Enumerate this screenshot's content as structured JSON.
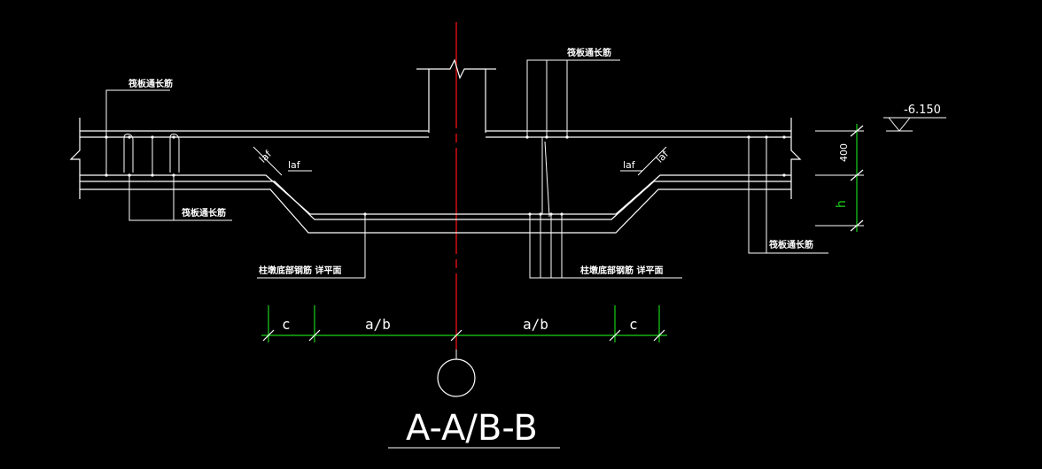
{
  "labels": {
    "raft_long_bar_top_left": "筏板通长筋",
    "raft_long_bar_top_right": "筏板通长筋",
    "raft_long_bar_bottom_left": "筏板通长筋",
    "raft_long_bar_bottom_right": "筏板通长筋",
    "pier_bottom_rebar_left": "柱墩底部钢筋 详平面",
    "pier_bottom_rebar_right": "柱墩底部钢筋 详平面",
    "laf_left": "laf",
    "laf_right": "laf",
    "laf_slant_left": "laf",
    "laf_slant_right": "laf"
  },
  "elevation": "-6.150",
  "dimensions": {
    "left_c": "c",
    "left_ab": "a/b",
    "right_ab": "a/b",
    "right_c": "c",
    "vertical_400": "400",
    "vertical_h": "h"
  },
  "section_title": "A-A/B-B",
  "colors": {
    "background": "#000000",
    "lines": "#ffffff",
    "dimension": "#19d219",
    "centerline": "#e01010"
  }
}
